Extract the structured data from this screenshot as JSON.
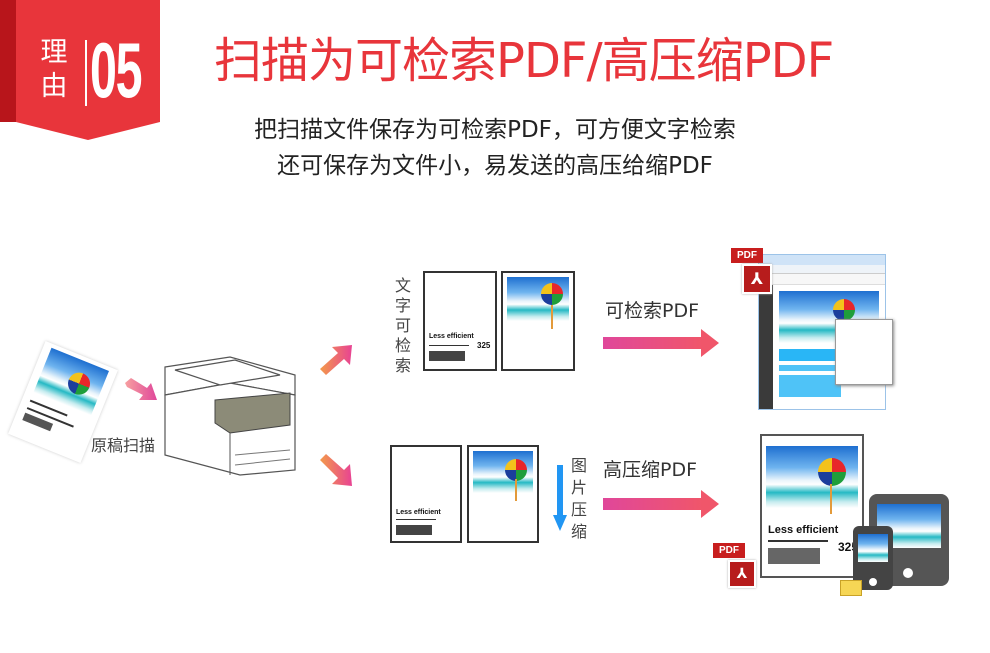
{
  "badge": {
    "label": "理由",
    "number": "05"
  },
  "header": {
    "title": "扫描为可检索PDF/高压缩PDF",
    "subtitle_lines": [
      "把扫描文件保存为可检索PDF，可方便文字检索",
      "还可保存为文件小，易发送的高压给缩PDF"
    ]
  },
  "diagram": {
    "source_label": "原稿扫描",
    "top_branch": {
      "side_label": "文字可检索",
      "output_label": "可检索PDF"
    },
    "bottom_branch": {
      "side_label": "图片压缩",
      "output_label": "高压缩PDF"
    },
    "doc_heading": "Less efficient",
    "doc_number": "325",
    "pdf_icon_label": "PDF"
  },
  "colors": {
    "accent_red": "#e8353b",
    "badge_dark": "#b8151b",
    "arrow_pink": "#e0479a",
    "compress_arrow_blue": "#2196f3"
  }
}
